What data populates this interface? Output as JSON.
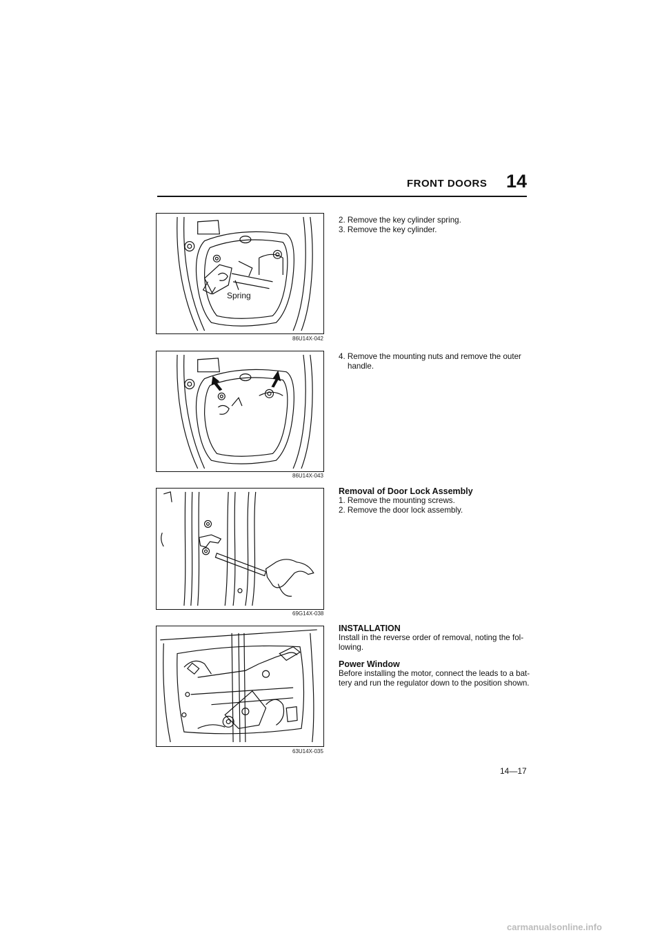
{
  "header": {
    "title": "FRONT DOORS",
    "chapter_number": "14"
  },
  "figures": [
    {
      "code": "86U14X-042",
      "callout": "Spring"
    },
    {
      "code": "86U14X-043"
    },
    {
      "code": "69G14X-038"
    },
    {
      "code": "63U14X-035"
    }
  ],
  "sections": {
    "s1": {
      "lines": [
        "2. Remove the key cylinder spring.",
        "3. Remove the key cylinder."
      ]
    },
    "s2": {
      "line1": "4. Remove the mounting nuts and remove the outer",
      "line2": "handle."
    },
    "s3": {
      "heading": "Removal of Door Lock Assembly",
      "lines": [
        "1. Remove the mounting screws.",
        "2. Remove the door lock assembly."
      ]
    },
    "s4": {
      "heading": "INSTALLATION",
      "body_lines": [
        "Install in the reverse order of removal, noting the fol-",
        "lowing."
      ],
      "subheading": "Power Window",
      "sub_lines": [
        "Before installing the motor, connect the leads to a bat-",
        "tery and run the regulator down to the position shown."
      ]
    }
  },
  "footer": {
    "page_number": "14—17",
    "watermark": "carmanualsonline.info"
  }
}
